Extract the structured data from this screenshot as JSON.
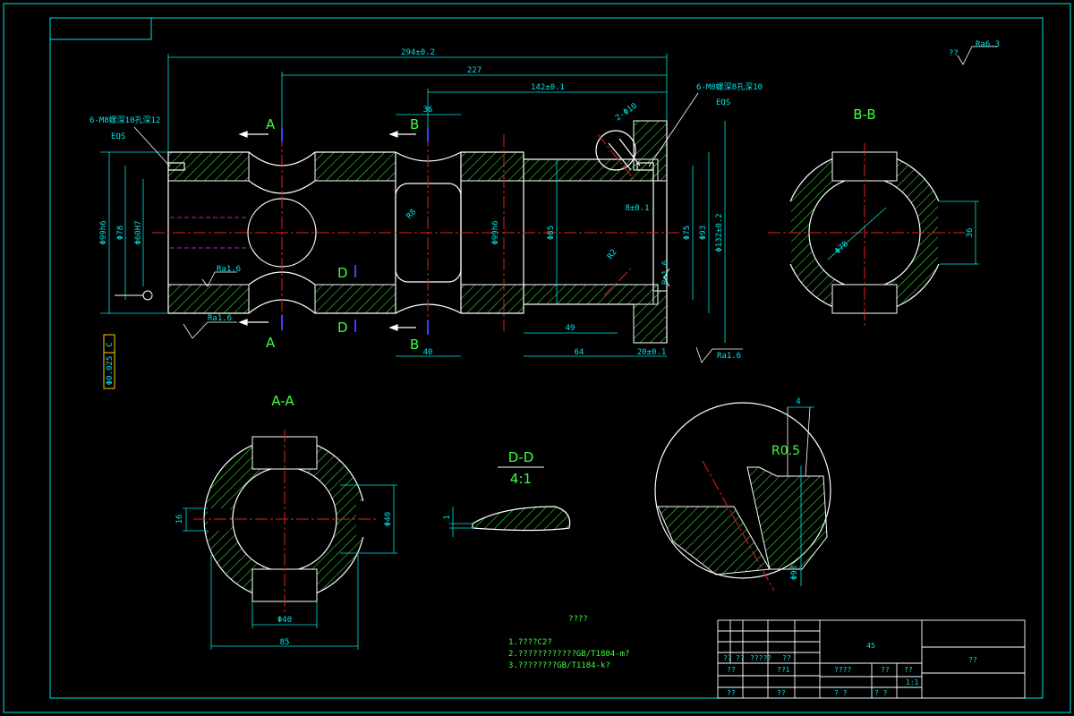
{
  "top_dims": {
    "overall_length": "294±0.2",
    "length_227": "227",
    "length_142": "142±0.1",
    "length_36": "36",
    "length_40": "40",
    "length_49": "49",
    "length_64": "64",
    "length_20": "20±0.1",
    "length_8": "8±0.1",
    "angle_label": "2-Φ10"
  },
  "diameter_dims": [
    "Φ99h6",
    "Φ78",
    "Φ60H7",
    "Φ99h6",
    "Φ85",
    "Φ75",
    "Φ93",
    "Φ132±0.2"
  ],
  "thread_left": {
    "line1": "6-M8螺深10孔深12",
    "line2": "EQS"
  },
  "thread_right": {
    "line1": "6-M8螺深8孔深10",
    "line2": "EQS"
  },
  "roughness": {
    "general": "Ra6.3",
    "general_prefix": "??",
    "ra16": "Ra1.6"
  },
  "tolerance_frame": {
    "value": "Φ0.025",
    "datum": "C"
  },
  "section_labels": {
    "A": "A",
    "B": "B",
    "D": "D"
  },
  "views": {
    "bb_title": "B-B",
    "bb_dim_36": "36",
    "bb_dim_78": "Φ78",
    "aa_title": "A-A",
    "aa_dim_40v": "Φ40",
    "aa_dim_16": "16",
    "aa_dim_40h": "Φ40",
    "aa_dim_85": "85",
    "dd_title": "D-D",
    "dd_scale": "4:1",
    "dd_dim_1": "1",
    "detail_r": "R0.5",
    "detail_4": "4",
    "detail_93": "Φ93",
    "r8": "R8",
    "r2": "R2"
  },
  "notes": {
    "title": "????",
    "lines": [
      "1.????C2?",
      "2.????????????GB/T1804-m?",
      "3.????????GB/T1184-k?"
    ]
  },
  "title_block": {
    "material": "45",
    "name": "??",
    "row1": [
      "??",
      "??",
      "?????",
      "??"
    ],
    "row2": [
      "??",
      "??1",
      "????",
      "??",
      "??"
    ],
    "row3": [
      "??",
      "??",
      "?  ?",
      "?  ?",
      "1:1"
    ]
  }
}
